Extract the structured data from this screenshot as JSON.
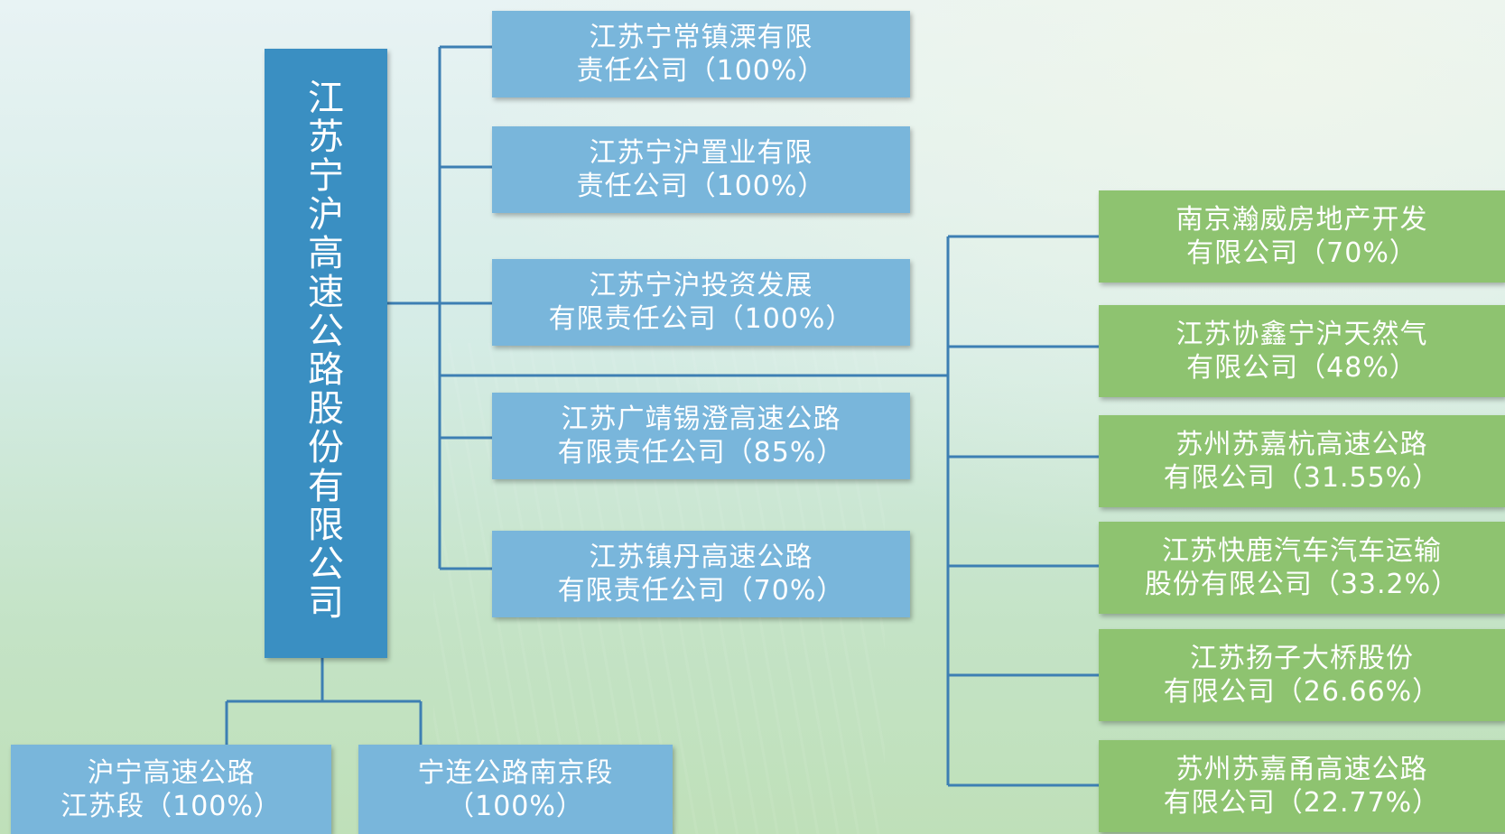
{
  "root": {
    "name": "江苏宁沪高速公路股份有限公司"
  },
  "subsidiaries": [
    {
      "line1": "江苏宁常镇溧有限",
      "line2": "责任公司（100%）"
    },
    {
      "line1": "江苏宁沪置业有限",
      "line2": "责任公司（100%）"
    },
    {
      "line1": "江苏宁沪投资发展",
      "line2": "有限责任公司（100%）"
    },
    {
      "line1": "江苏广靖锡澄高速公路",
      "line2": "有限责任公司（85%）"
    },
    {
      "line1": "江苏镇丹高速公路",
      "line2": "有限责任公司（70%）"
    }
  ],
  "segments": [
    {
      "line1": "沪宁高速公路",
      "line2": "江苏段（100%）"
    },
    {
      "line1": "宁连公路南京段",
      "line2": "（100%）"
    }
  ],
  "associates": [
    {
      "line1": "南京瀚威房地产开发",
      "line2": "有限公司（70%）"
    },
    {
      "line1": "江苏协鑫宁沪天然气",
      "line2": "有限公司（48%）"
    },
    {
      "line1": "苏州苏嘉杭高速公路",
      "line2": "有限公司（31.55%）"
    },
    {
      "line1": "江苏快鹿汽车汽车运输",
      "line2": "股份有限公司（33.2%）"
    },
    {
      "line1": "江苏扬子大桥股份",
      "line2": "有限公司（26.66%）"
    },
    {
      "line1": "苏州苏嘉甬高速公路",
      "line2": "有限公司（22.77%）"
    }
  ],
  "colors": {
    "root": "#3a8fc2",
    "subsidiary": "#79b6db",
    "associate": "#8ec370",
    "connector": "#3d7fb3"
  }
}
